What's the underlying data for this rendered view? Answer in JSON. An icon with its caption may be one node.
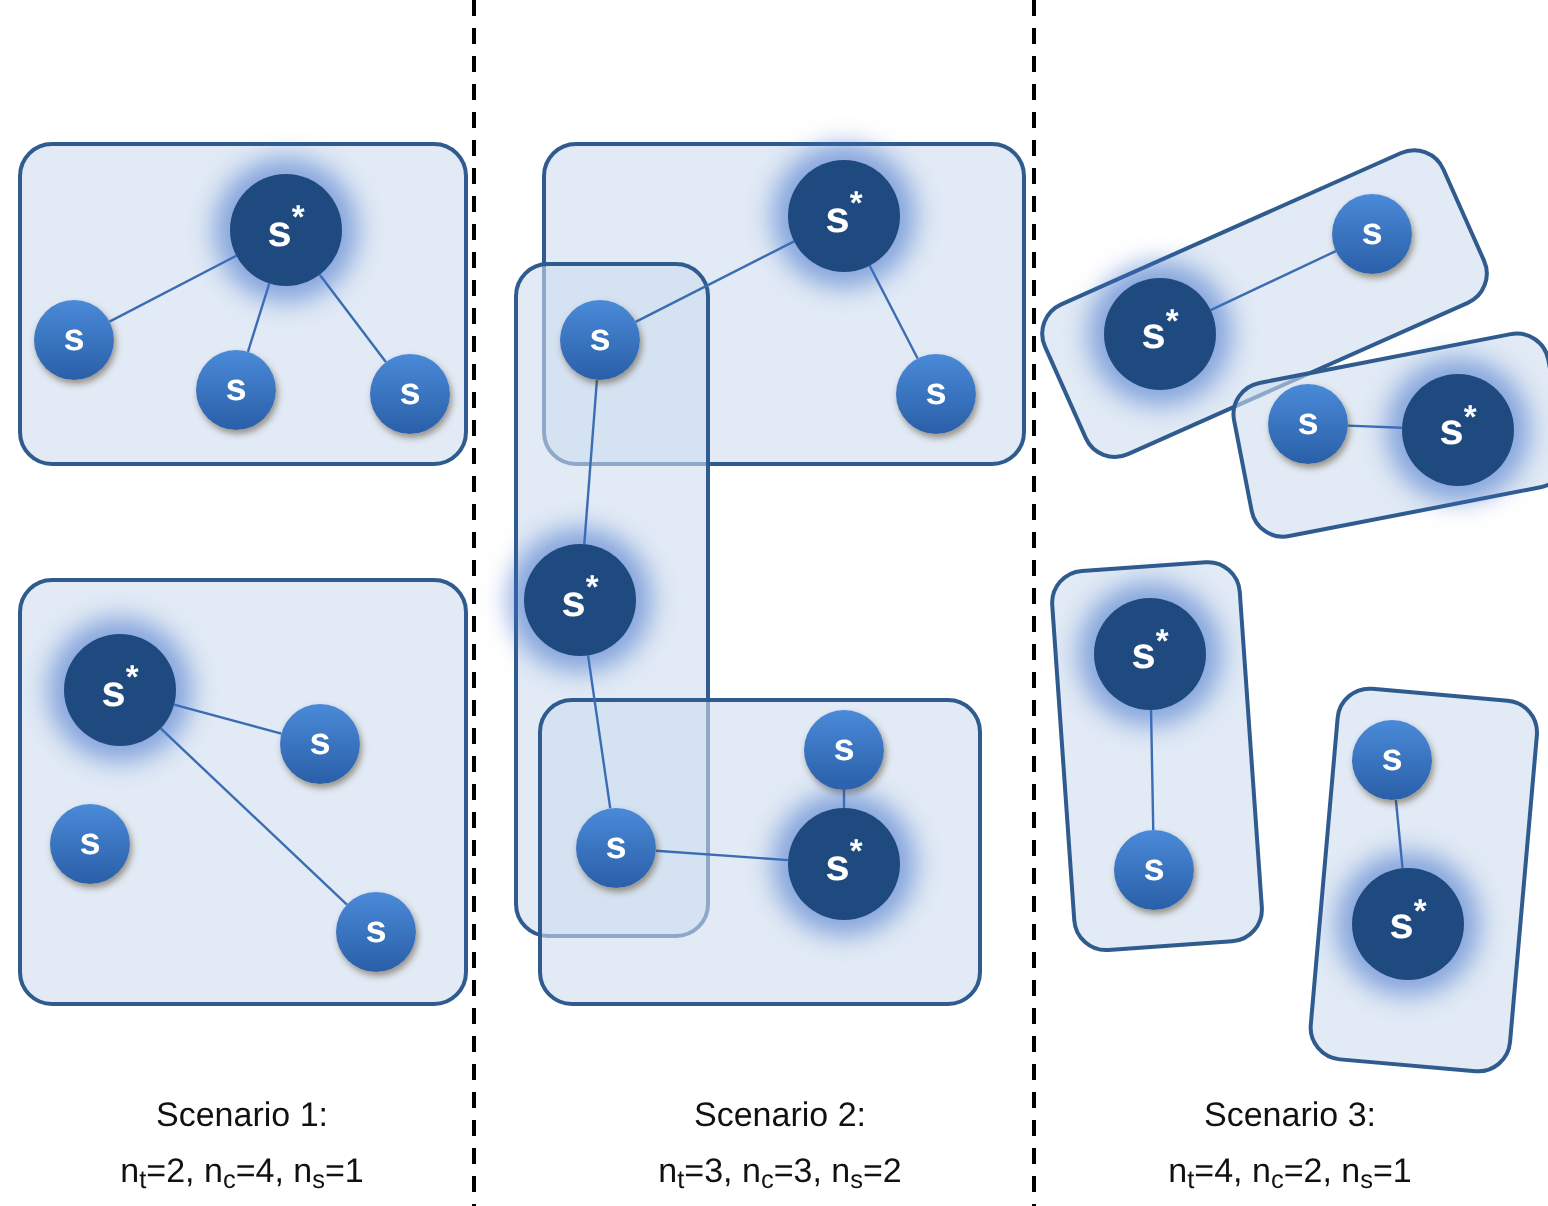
{
  "diagram": {
    "nodes": [
      {
        "text": [],
        "shape": "box"
      },
      {
        "text": [
          "s$^{*}$"
        ],
        "in": 0
      },
      {
        "text": [
          "s"
        ],
        "in": 0
      },
      {
        "text": [
          "s"
        ],
        "in": 0
      },
      {
        "text": [
          "s"
        ],
        "in": 0
      },
      {
        "text": [],
        "shape": "box"
      },
      {
        "text": [
          "s$^{*}$"
        ],
        "in": 5
      },
      {
        "text": [
          "s"
        ],
        "in": 5
      },
      {
        "text": [
          "s"
        ],
        "in": 5
      },
      {
        "text": [
          "s"
        ],
        "in": 5
      },
      {
        "text": [],
        "shape": "box"
      },
      {
        "text": [],
        "shape": "box"
      },
      {
        "text": [],
        "shape": "box"
      },
      {
        "text": [
          "s"
        ]
      },
      {
        "text": [
          "s$^{*}$"
        ],
        "in": 10
      },
      {
        "text": [
          "s"
        ],
        "in": 10
      },
      {
        "text": [
          "s$^{*}$"
        ],
        "in": 11
      },
      {
        "text": [
          "s"
        ]
      },
      {
        "text": [
          "s"
        ],
        "in": 12
      },
      {
        "text": [
          "s$^{*}$"
        ],
        "in": 12
      },
      {
        "text": [],
        "shape": "box"
      },
      {
        "text": [
          "s"
        ],
        "in": 20
      },
      {
        "text": [
          "s$^{*}$"
        ],
        "in": 20
      },
      {
        "text": [],
        "shape": "box"
      },
      {
        "text": [
          "s"
        ]
      },
      {
        "text": [
          "s$^{*}$"
        ],
        "in": 23
      },
      {
        "text": [],
        "shape": "box"
      },
      {
        "text": [
          "s$^{*}$"
        ],
        "in": 26
      },
      {
        "text": [
          "s"
        ],
        "in": 26
      },
      {
        "text": [],
        "shape": "box"
      },
      {
        "text": [
          "s"
        ],
        "in": 29
      },
      {
        "text": [
          "s$^{*}$"
        ],
        "in": 29
      }
    ],
    "edges": [
      {
        "from": 1,
        "to": 2,
        "arrow": "none"
      },
      {
        "from": 1,
        "to": 3,
        "arrow": "none"
      },
      {
        "from": 1,
        "to": 4,
        "arrow": "none"
      },
      {
        "from": 6,
        "to": 7,
        "arrow": "none"
      },
      {
        "from": 6,
        "to": 9,
        "arrow": "none"
      },
      {
        "from": 13,
        "to": 14,
        "arrow": "none"
      },
      {
        "from": 14,
        "to": 15,
        "arrow": "none"
      },
      {
        "from": 13,
        "to": 16,
        "arrow": "none"
      },
      {
        "from": 16,
        "to": 17,
        "arrow": "none"
      },
      {
        "from": 17,
        "to": 19,
        "arrow": "none"
      },
      {
        "from": 18,
        "to": 19,
        "arrow": "none"
      },
      {
        "from": 21,
        "to": 22,
        "arrow": "none"
      },
      {
        "from": 24,
        "to": 25,
        "arrow": "none"
      },
      {
        "from": 27,
        "to": 28,
        "arrow": "none"
      },
      {
        "from": 30,
        "to": 31,
        "arrow": "none"
      }
    ],
    "labels": [
      "Scenario 1:",
      "n$_{t}$=2, n$_{c}$=4, n$_{s}$=1",
      "Scenario 2:",
      "n$_{t}$=3, n$_{c}$=3, n$_{s}$=2",
      "Scenario 3:",
      "n$_{t}$=4, n$_{c}$=2, n$_{s}$=1"
    ]
  }
}
